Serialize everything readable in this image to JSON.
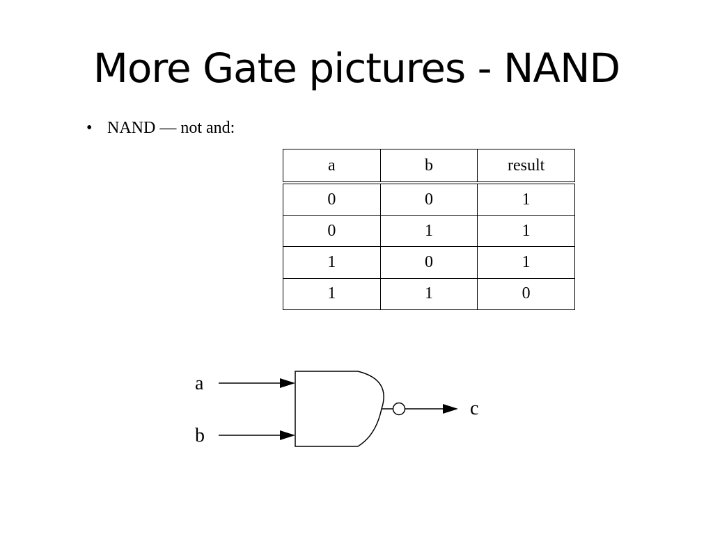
{
  "slide": {
    "title": "More Gate pictures - NAND",
    "bullet_symbol": "•",
    "bullet_text": "NAND — not and:"
  },
  "truth_table": {
    "headers": [
      "a",
      "b",
      "result"
    ],
    "rows": [
      [
        "0",
        "0",
        "1"
      ],
      [
        "0",
        "1",
        "1"
      ],
      [
        "1",
        "0",
        "1"
      ],
      [
        "1",
        "1",
        "0"
      ]
    ]
  },
  "gate": {
    "input_a": "a",
    "input_b": "b",
    "output": "c"
  }
}
